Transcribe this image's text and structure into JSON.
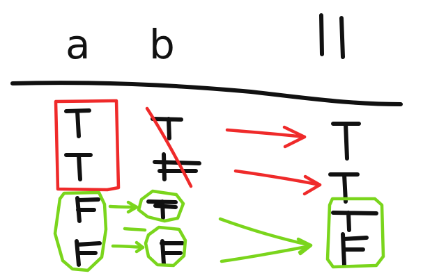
{
  "header": {
    "col_a": "a",
    "col_b": "b",
    "col_result": "||"
  },
  "symbols": {
    "true": "T",
    "false": "F"
  },
  "column_a": [
    "T",
    "T",
    "F",
    "F"
  ],
  "column_b": [
    "T",
    "F",
    "T",
    "F"
  ],
  "column_result": [
    "T",
    "T",
    "T",
    "F"
  ],
  "colors": {
    "ink": "#111111",
    "red_mark": "#ef2a2a",
    "green_mark": "#7ad51c"
  }
}
